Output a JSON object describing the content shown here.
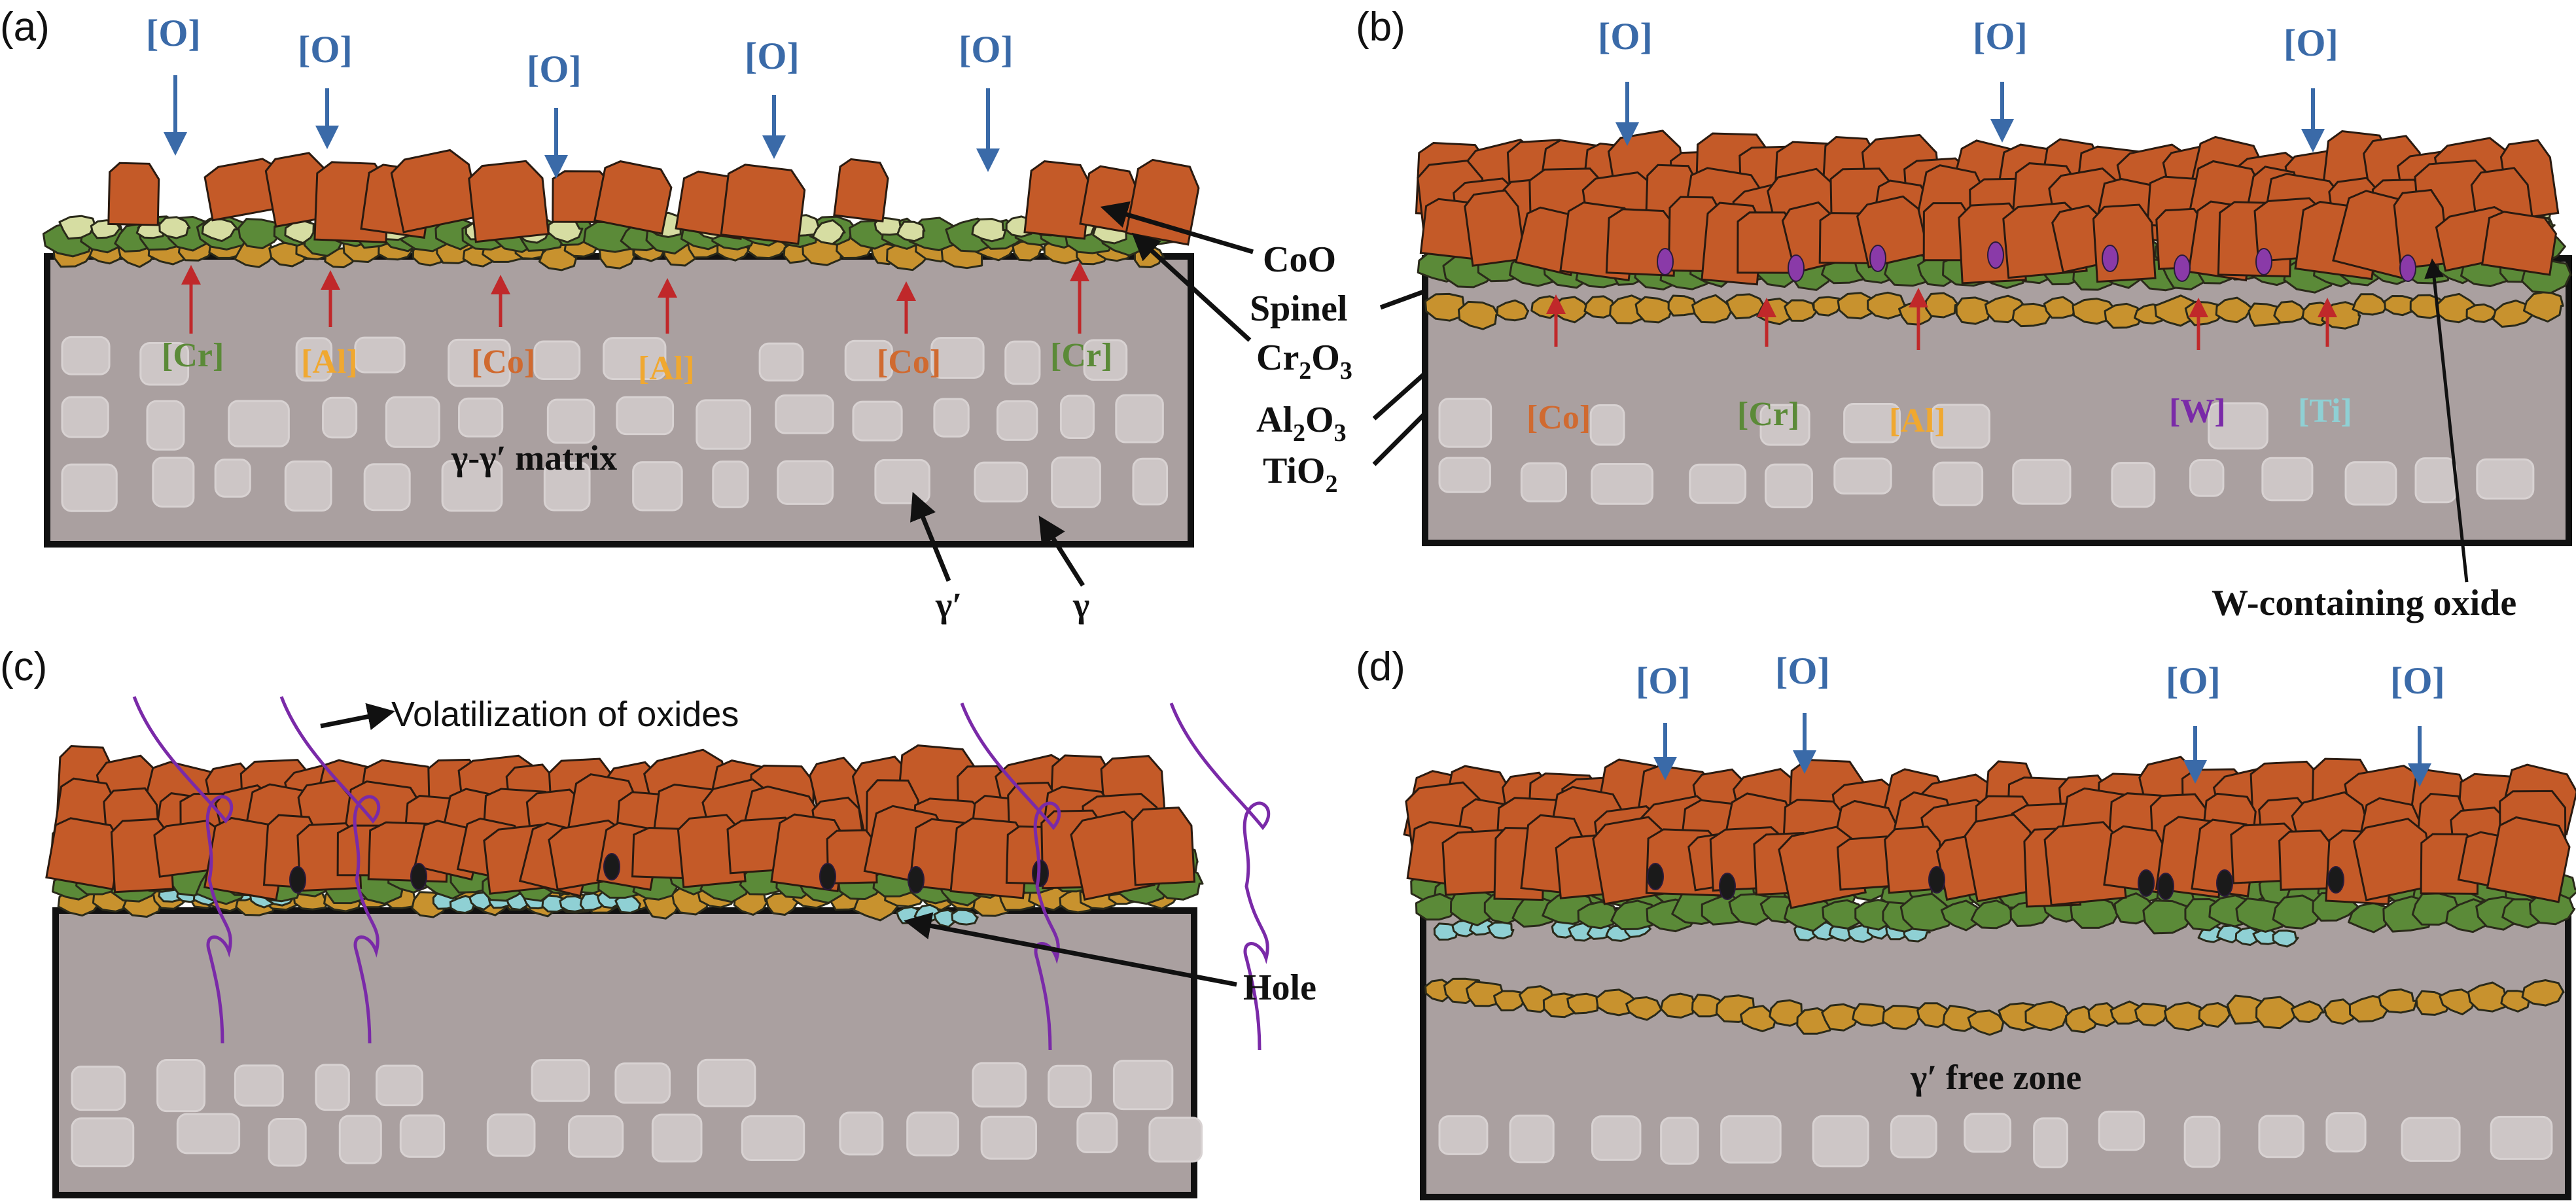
{
  "figure": {
    "colors": {
      "coo": "#c45a28",
      "spinel": "#d6dda2",
      "cr2o3": "#5b8a38",
      "al2o3": "#c8922e",
      "tio2": "#8fd0d4",
      "w_oxide": "#8a3aa8",
      "matrix": "#aaa0a0",
      "precipitate": "#cdc6c6",
      "oxygen": "#3a6aa8",
      "outward_arrow": "#c0282a",
      "hole": "#1a1a1a",
      "volatile": "#7a2aa8"
    },
    "panels": [
      {
        "id": "a",
        "letter": "(a)",
        "oxygen_label": "[O]",
        "elements": [
          {
            "label": "[Cr]",
            "color": "#5b8a38"
          },
          {
            "label": "[Al]",
            "color": "#f0a830"
          },
          {
            "label": "[Co]",
            "color": "#d06a30"
          },
          {
            "label": "[Al]",
            "color": "#f0a830"
          },
          {
            "label": "[Co]",
            "color": "#d06a30"
          },
          {
            "label": "[Cr]",
            "color": "#5b8a38"
          }
        ],
        "matrix_label": "γ-γ′ matrix",
        "gamma_prime_label": "γ′",
        "gamma_label": "γ"
      },
      {
        "id": "b",
        "letter": "(b)",
        "oxygen_label": "[O]",
        "elements": [
          {
            "label": "[Co]",
            "color": "#d06a30"
          },
          {
            "label": "[Cr]",
            "color": "#5b8a38"
          },
          {
            "label": "[Al]",
            "color": "#f0a830"
          },
          {
            "label": "[W]",
            "color": "#7a2aa8"
          },
          {
            "label": "[Ti]",
            "color": "#8fd0d4"
          }
        ],
        "w_oxide_label": "W-containing oxide"
      },
      {
        "id": "c",
        "letter": "(c)",
        "volatilization_label": "Volatilization of oxides",
        "hole_label": "Hole"
      },
      {
        "id": "d",
        "letter": "(d)",
        "oxygen_label": "[O]",
        "free_zone_label": "γ′ free zone"
      }
    ],
    "legend": {
      "coo": "CoO",
      "spinel": "Spinel",
      "cr2o3_base": "Cr",
      "cr2o3_sub1": "2",
      "cr2o3_mid": "O",
      "cr2o3_sub2": "3",
      "al2o3_base": "Al",
      "al2o3_sub1": "2",
      "al2o3_mid": "O",
      "al2o3_sub2": "3",
      "tio2_base": "TiO",
      "tio2_sub": "2"
    }
  }
}
